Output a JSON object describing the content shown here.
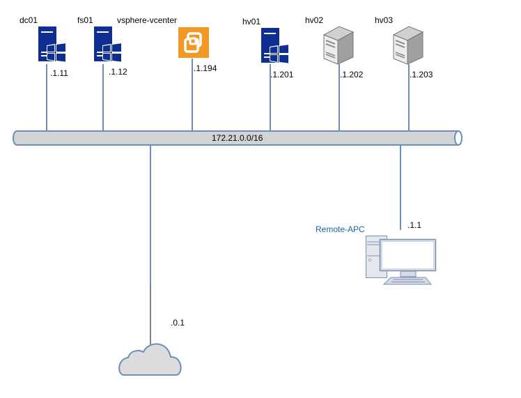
{
  "network": {
    "subnet_label": "172.21.0.0/16"
  },
  "nodes": [
    {
      "id": "dc01",
      "name": "dc01",
      "ip": ".1.11",
      "icon": "windows-server-icon"
    },
    {
      "id": "fs01",
      "name": "fs01",
      "ip": ".1.12",
      "icon": "windows-server-icon"
    },
    {
      "id": "vcenter",
      "name": "vsphere-vcenter",
      "ip": ".1.194",
      "icon": "vmware-vsphere-icon"
    },
    {
      "id": "hv01",
      "name": "hv01",
      "ip": ".1.201",
      "icon": "windows-server-icon"
    },
    {
      "id": "hv02",
      "name": "hv02",
      "ip": ".1.202",
      "icon": "tower-server-icon"
    },
    {
      "id": "hv03",
      "name": "hv03",
      "ip": ".1.203",
      "icon": "tower-server-icon"
    }
  ],
  "remote_apc": {
    "name": "Remote-APC",
    "ip": ".1.1",
    "icon": "desktop-computer-icon"
  },
  "gateway": {
    "ip": ".0.1",
    "icon": "cloud-icon"
  },
  "colors": {
    "link": "#6c8ebf",
    "bus_fill": "#d3d3d3",
    "windows_blue": "#0e2e91",
    "vmware_orange": "#f29825",
    "server_gray": "#a0a0a0",
    "cloud_fill": "#dcdcdc"
  }
}
